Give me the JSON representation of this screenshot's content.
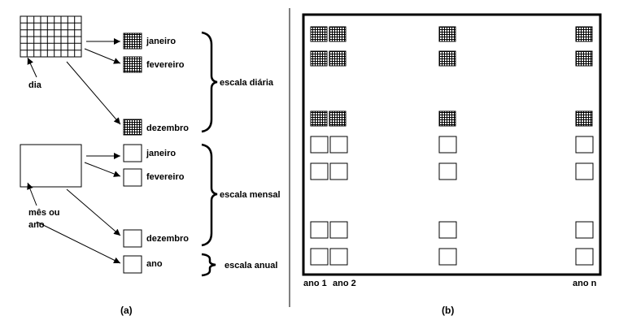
{
  "left": {
    "daily_labels": {
      "dia": "dia",
      "m1": "janeiro",
      "m2": "fevereiro",
      "m12": "dezembro"
    },
    "daily_scale": "escala diária",
    "monthly_labels": {
      "mesano_1": "mês ou",
      "mesano_2": "ano",
      "m1": "janeiro",
      "m2": "fevereiro",
      "m12": "dezembro",
      "ano": "ano"
    },
    "monthly_scale": "escala mensal",
    "annual_scale": "escala anual",
    "caption": "(a)"
  },
  "right": {
    "year_labels": [
      "ano 1",
      "ano 2",
      "ano n"
    ],
    "caption": "(b)"
  },
  "colors": {
    "stroke": "#000000",
    "background": "#ffffff"
  }
}
